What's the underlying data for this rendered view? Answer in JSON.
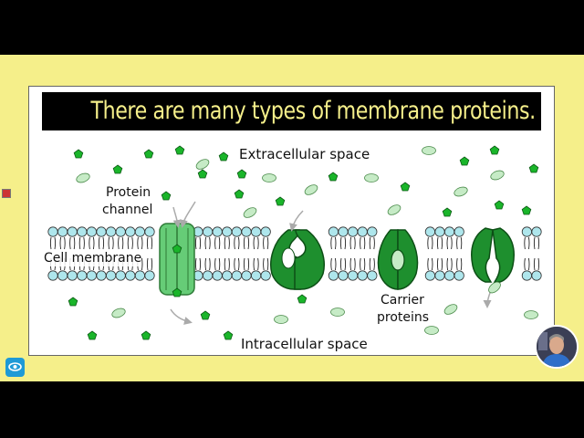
{
  "slide": {
    "title": "There are many types of membrane proteins.",
    "labels": {
      "extracellular": "Extracellular space",
      "intracellular": "Intracellular space",
      "protein_channel_line1": "Protein",
      "protein_channel_line2": "channel",
      "cell_membrane": "Cell membrane",
      "carrier_line1": "Carrier",
      "carrier_line2": "proteins"
    }
  },
  "colors": {
    "background": "#f5ef8a",
    "title_text": "#f5ef8a",
    "title_bar": "#000000",
    "phospholipid_head": "#aee6ec",
    "channel_fill": "#66cc77",
    "carrier_fill": "#1e8f2e",
    "molecule_pentagon": "#1ab52a",
    "molecule_oval": "#c6ebc6"
  },
  "icons": {
    "logo": "eye-logo-icon",
    "recording": "record-indicator-icon",
    "presenter": "webcam-avatar"
  }
}
